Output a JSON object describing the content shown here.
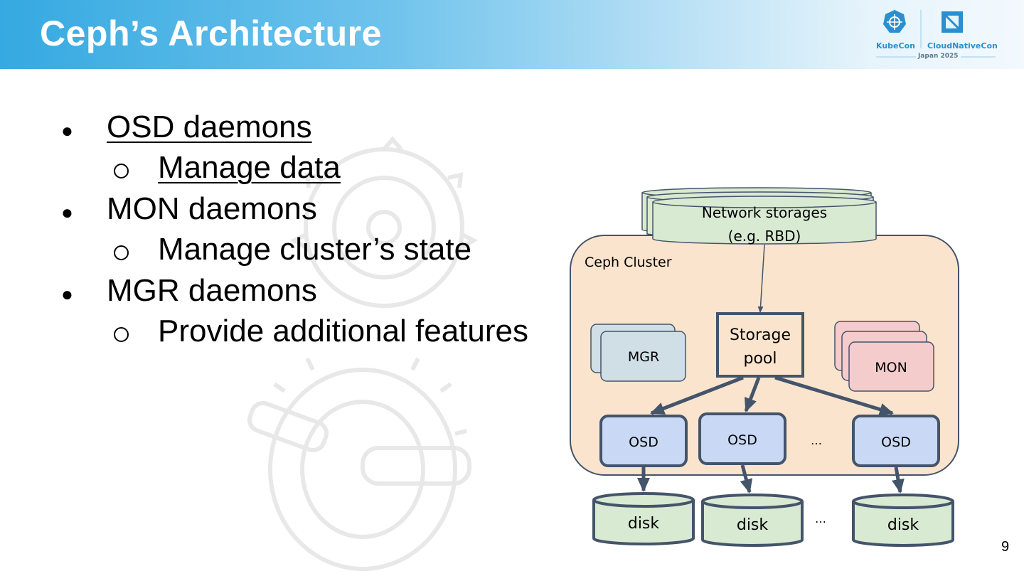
{
  "slide": {
    "title": "Ceph’s Architecture",
    "page_number": "9"
  },
  "logo": {
    "left_text": "KubeCon",
    "right_text": "CloudNativeCon",
    "sub_text": "Japan 2025"
  },
  "bullets": [
    {
      "text": "OSD daemons",
      "sub": "Manage data"
    },
    {
      "text": "MON daemons",
      "sub": "Manage cluster’s state"
    },
    {
      "text": "MGR daemons",
      "sub": "Provide additional features"
    }
  ],
  "diagram": {
    "network_storage": [
      "Network storages",
      "(e.g. RBD)"
    ],
    "cluster_label": "Ceph Cluster",
    "storage_pool": [
      "Storage",
      "pool"
    ],
    "mgr": "MGR",
    "mon": "MON",
    "osd": [
      "OSD",
      "OSD",
      "OSD"
    ],
    "disk": [
      "disk",
      "disk",
      "disk"
    ],
    "ellipsis": "…"
  },
  "colors": {
    "header_start": "#35a9e1",
    "cluster_fill": "#fbe4cd",
    "storage_green": "#d9ead3",
    "osd_blue": "#c9d9f5",
    "mon_pink": "#f4cccc",
    "mgr_gray": "#d0dfe6",
    "stroke": "#44546a"
  }
}
